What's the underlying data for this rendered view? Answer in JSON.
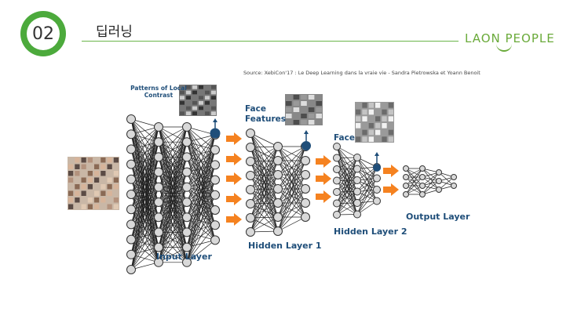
{
  "header": {
    "section_number": "02",
    "title": "딥러닝",
    "logo_text": "LAON PEOPLE"
  },
  "source_text": "Source: XebiCon'17 : Le Deep Learning dans la vraie vie - Sandra Pietrowska et Yoann Benoit",
  "diagram": {
    "labels": {
      "input_layer": "Input Layer",
      "hidden_layer_1": "Hidden Layer 1",
      "hidden_layer_2": "Hidden Layer 2",
      "output_layer": "Output Layer",
      "patterns": "Patterns of Local Contrast",
      "face_features": "Face Features",
      "face": "Face"
    },
    "colors": {
      "node_fill": "#d9d9d9",
      "node_stroke": "#333333",
      "edge": "#222222",
      "arrow": "#f58220",
      "highlight_node": "#1f4e79",
      "accent_green": "#4caa3c"
    }
  }
}
